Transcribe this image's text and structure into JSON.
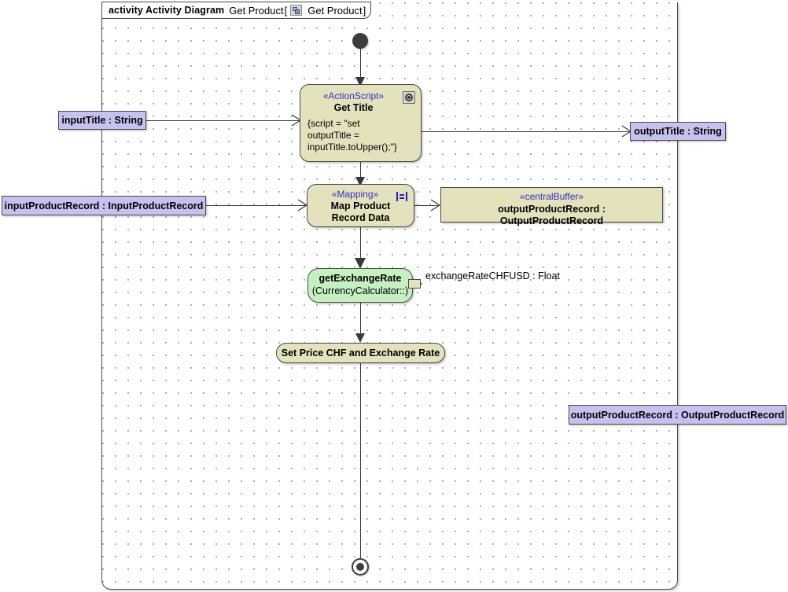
{
  "diagram": {
    "frame_header": {
      "keyword": "activity Activity Diagram",
      "name": "Get Product",
      "bracket_open": "[",
      "icon": "diagram-icon",
      "context": "Get Product",
      "bracket_close": "]"
    },
    "colors": {
      "action_fill": "#e4e2bd",
      "action_green_fill": "#c4f0c2",
      "parameter_fill": "#c6c2f0",
      "stereotype_text": "#3030c0",
      "border": "#4a4a4a",
      "canvas": "#ffffff",
      "grid_dot": "#9a9a9a"
    },
    "nodes": [
      {
        "id": "initial",
        "kind": "initial-node",
        "label": ""
      },
      {
        "id": "get-title",
        "kind": "action",
        "stereotype": "«ActionScript»",
        "name": "Get Title",
        "body_lines": [
          "{script = \"set",
          "outputTitle =",
          "inputTitle.toUpper();\"}"
        ],
        "icon": "script-icon"
      },
      {
        "id": "map-product-record-data",
        "kind": "action",
        "stereotype": "«Mapping»",
        "name_lines": [
          "Map Product",
          "Record Data"
        ],
        "icon": "mapping-icon"
      },
      {
        "id": "output-product-record-buffer",
        "kind": "central-buffer",
        "stereotype": "«centralBuffer»",
        "name": "outputProductRecord : OutputProductRecord"
      },
      {
        "id": "get-exchange-rate",
        "kind": "action-green",
        "name": "getExchangeRate",
        "sub": "(CurrencyCalculator::)",
        "pin_label": "exchangeRateCHFUSD : Float"
      },
      {
        "id": "set-price-chf-and-exchange-rate",
        "kind": "action",
        "name": "Set Price CHF and Exchange Rate"
      },
      {
        "id": "final",
        "kind": "final-node",
        "label": ""
      }
    ],
    "parameters": [
      {
        "id": "input-title",
        "label": "inputTitle : String",
        "side": "left"
      },
      {
        "id": "input-product-record",
        "label": "inputProductRecord : InputProductRecord",
        "side": "left"
      },
      {
        "id": "output-title",
        "label": "outputTitle : String",
        "side": "right"
      },
      {
        "id": "output-product-record",
        "label": "outputProductRecord : OutputProductRecord",
        "side": "right"
      }
    ]
  }
}
